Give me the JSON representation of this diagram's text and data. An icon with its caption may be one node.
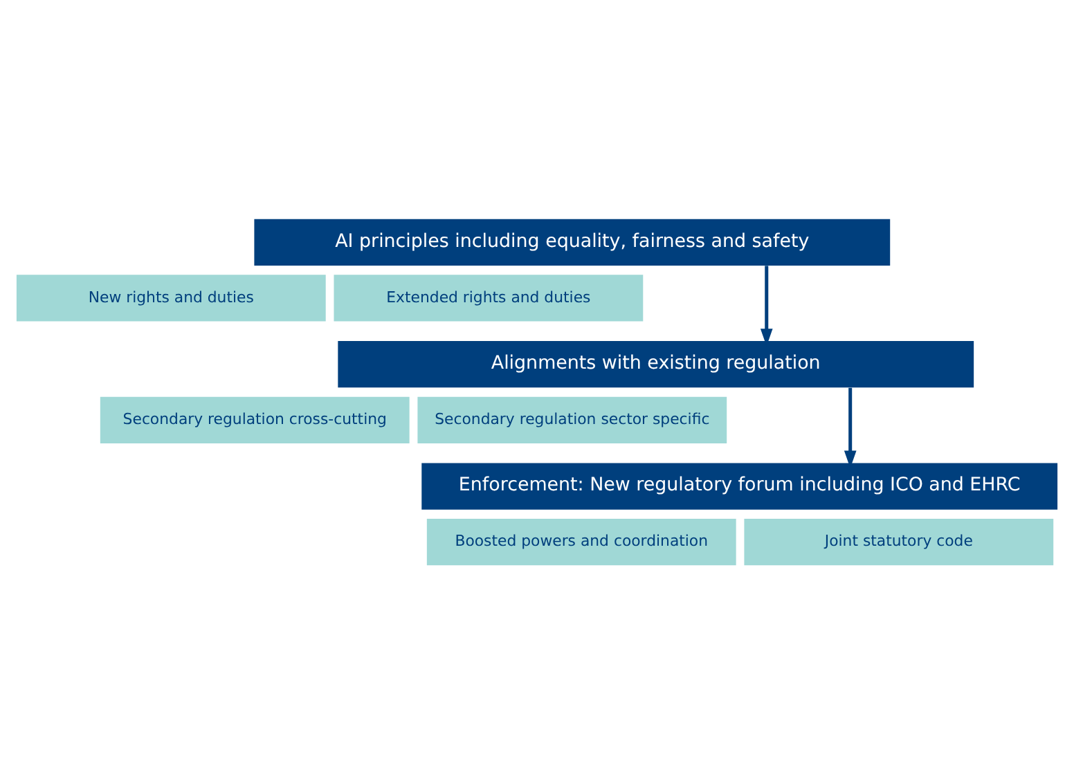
{
  "diagram": {
    "nodes": [
      {
        "text": [
          "AI principles including equality, fairness and safety"
        ]
      },
      {
        "text": [
          "New rights and duties"
        ]
      },
      {
        "text": [
          "Extended rights and duties"
        ]
      },
      {
        "text": [
          "Alignments with existing regulation"
        ]
      },
      {
        "text": [
          "Secondary regulation cross-cutting"
        ]
      },
      {
        "text": [
          "Secondary regulation sector specific"
        ]
      },
      {
        "text": [
          "Enforcement: New regulatory forum including ICO and EHRC"
        ]
      },
      {
        "text": [
          "Boosted powers and coordination"
        ]
      },
      {
        "text": [
          "Joint statutory code"
        ]
      }
    ],
    "edges": [
      {
        "from": 0,
        "to": 3,
        "arrow": "to"
      },
      {
        "from": 3,
        "to": 6,
        "arrow": "to"
      }
    ]
  }
}
